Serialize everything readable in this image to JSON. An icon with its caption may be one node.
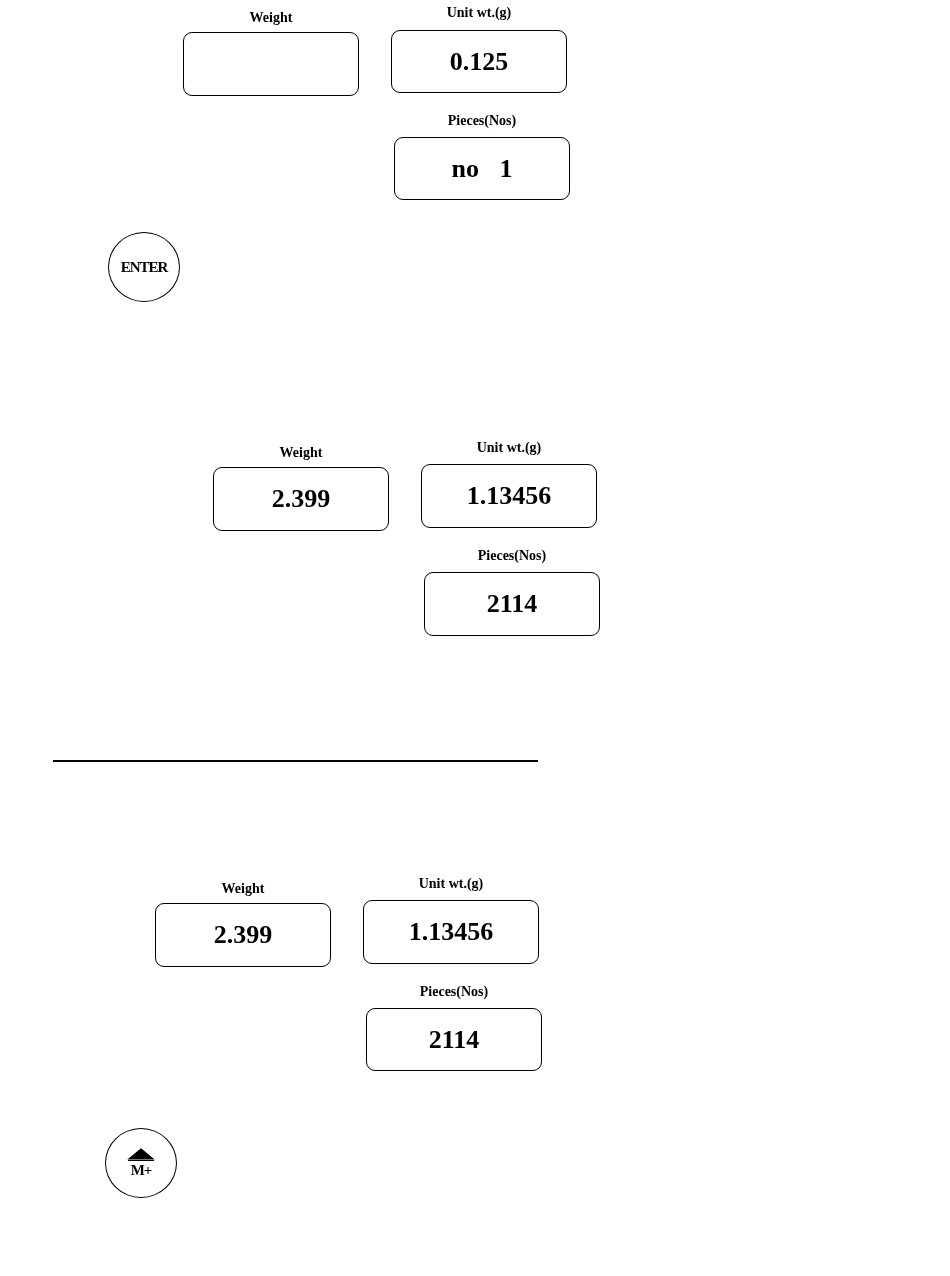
{
  "diagram": {
    "nodes": [
      {
        "text": [
          "Weight"
        ]
      },
      {
        "text": [
          "Unit wt.(g)",
          "0.125"
        ]
      },
      {
        "text": [
          "Pieces(Nos)",
          "no 1"
        ]
      },
      {
        "text": [
          "ENTER"
        ]
      },
      {
        "text": [
          "Weight",
          "2.399"
        ]
      },
      {
        "text": [
          "Unit wt.(g)",
          "1.13456"
        ]
      },
      {
        "text": [
          "Pieces(Nos)",
          "2114"
        ]
      },
      {
        "text": [
          "Weight",
          "2.399"
        ]
      },
      {
        "text": [
          "Unit wt.(g)",
          "1.13456"
        ]
      },
      {
        "text": [
          "Pieces(Nos)",
          "2114"
        ]
      },
      {
        "text": [
          "M+"
        ]
      }
    ],
    "edges": []
  }
}
